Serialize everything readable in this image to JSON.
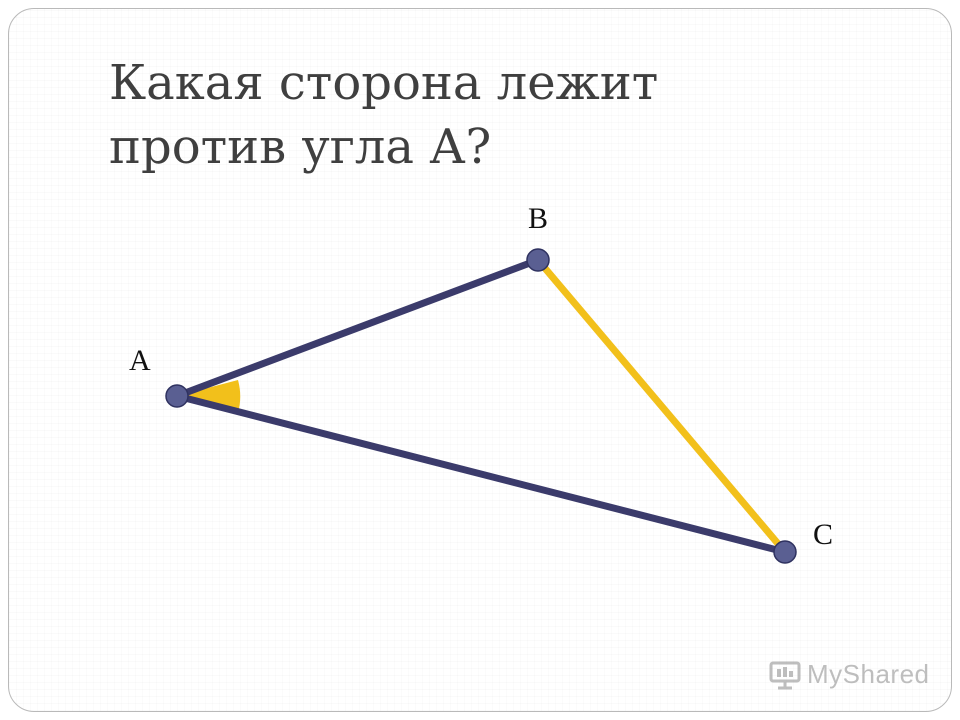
{
  "slide": {
    "title": "Какая сторона лежит\nпротив угла А?"
  },
  "diagram": {
    "vertices": {
      "A": {
        "label": "А"
      },
      "B": {
        "label": "В"
      },
      "C": {
        "label": "С"
      }
    },
    "highlighted_side": "BC",
    "highlighted_angle": "A",
    "colors": {
      "side": "#3b3b6b",
      "highlight": "#f2c01b",
      "vertex": "#5a5f92"
    }
  },
  "watermark": {
    "text": "MyShared",
    "icon": "presentation-board-icon"
  }
}
